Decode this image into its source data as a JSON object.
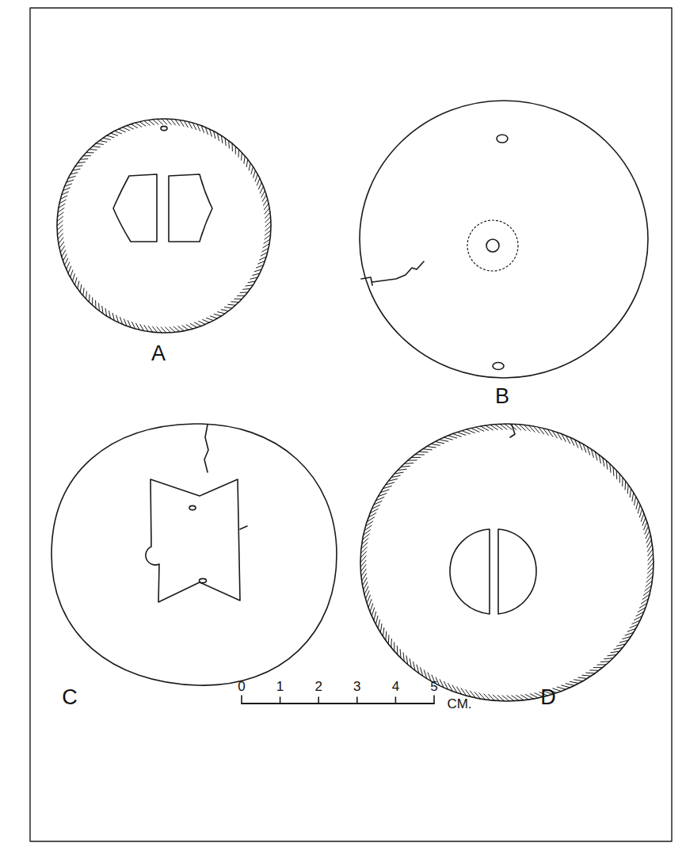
{
  "diagram": {
    "labels": [
      "A",
      "B",
      "C",
      "D",
      "0",
      "1",
      "2",
      "3",
      "4",
      "5",
      "CM."
    ]
  }
}
